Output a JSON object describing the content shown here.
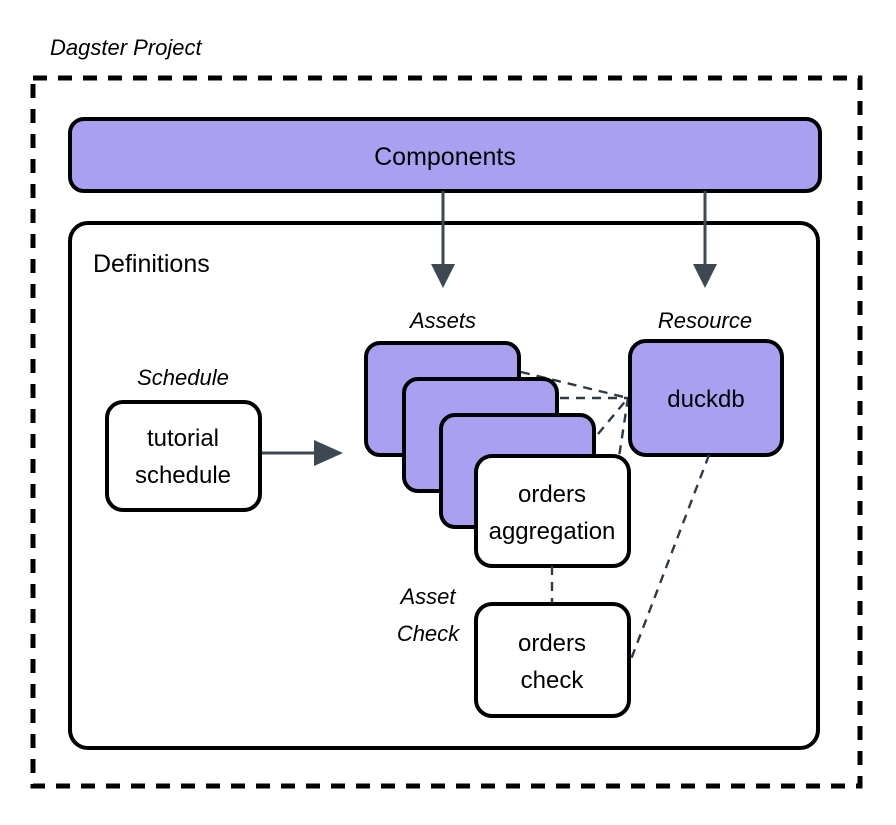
{
  "diagram": {
    "title": "Dagster Project",
    "colors": {
      "node_purple": "#a9a0f2",
      "node_white": "#ffffff",
      "stroke": "#000000",
      "connector": "#2f3a45",
      "arrow": "#3d4852"
    },
    "outer_frame": {
      "label": "Dagster Project",
      "border_style": "dashed"
    },
    "components": {
      "label": "Components",
      "fill": "#a9a0f2"
    },
    "definitions": {
      "label": "Definitions",
      "fill": "#ffffff"
    },
    "groups": {
      "schedule_label": "Schedule",
      "assets_label": "Assets",
      "resource_label": "Resource",
      "asset_check_label_line1": "Asset",
      "asset_check_label_line2": "Check"
    },
    "nodes": {
      "schedule": {
        "line1": "tutorial",
        "line2": "schedule",
        "fill": "#ffffff"
      },
      "asset_card_1": {
        "label": "",
        "fill": "#a9a0f2"
      },
      "asset_card_2": {
        "label": "",
        "fill": "#a9a0f2"
      },
      "asset_card_3": {
        "label": "",
        "fill": "#a9a0f2"
      },
      "orders_aggregation": {
        "line1": "orders",
        "line2": "aggregation",
        "fill": "#ffffff"
      },
      "duckdb": {
        "label": "duckdb",
        "fill": "#a9a0f2"
      },
      "orders_check": {
        "line1": "orders",
        "line2": "check",
        "fill": "#ffffff"
      }
    },
    "edges": [
      {
        "name": "components-to-assets",
        "style": "solid-arrow"
      },
      {
        "name": "components-to-resource",
        "style": "solid-arrow"
      },
      {
        "name": "schedule-to-assets",
        "style": "solid-arrow"
      },
      {
        "name": "asset1-to-duckdb",
        "style": "dashed"
      },
      {
        "name": "asset2-to-duckdb",
        "style": "dashed"
      },
      {
        "name": "asset3-to-duckdb",
        "style": "dashed"
      },
      {
        "name": "orders-aggregation-to-duckdb",
        "style": "dashed"
      },
      {
        "name": "orders-aggregation-to-orders-check",
        "style": "dashed"
      },
      {
        "name": "duckdb-to-orders-check",
        "style": "dashed"
      }
    ]
  }
}
